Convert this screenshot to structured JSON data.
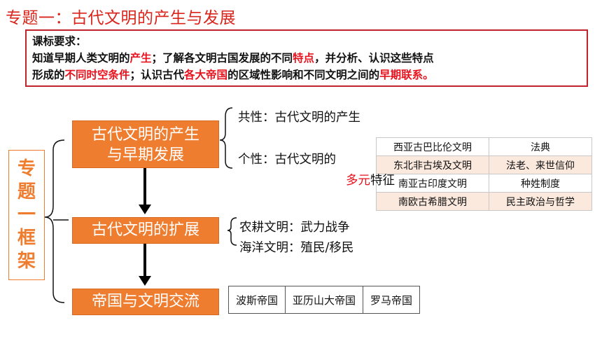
{
  "page_title": "专题一：古代文明的产生与发展",
  "requirements": {
    "heading": "课标要求：",
    "line2": [
      "知道早期人类文明的",
      "产生",
      "；了解各文明古国发展的不同",
      "特点",
      "，并分析、认识这些特点"
    ],
    "line3": [
      "形成的",
      "不同时空条件",
      "；认识古代",
      "各大帝国",
      "的区域性影响和不同文明之间的",
      "早期联系。"
    ]
  },
  "framework_label": [
    "专",
    "题",
    "一",
    "框",
    "架"
  ],
  "boxes": {
    "b1_line1": "古代文明的产生",
    "b1_line2": "与早期发展",
    "b2": "古代文明的扩展",
    "b3": "帝国与文明交流"
  },
  "branch1": {
    "common": "共性：古代文明的产生",
    "individual": "个性：古代文明的",
    "duoyuan": "多元",
    "tezheng": "特征"
  },
  "civ_table": [
    [
      "西亚古巴比伦文明",
      "法典"
    ],
    [
      "东北非古埃及文明",
      "法老、来世信仰"
    ],
    [
      "南亚古印度文明",
      "种姓制度"
    ],
    [
      "南欧古希腊文明",
      "民主政治与哲学"
    ]
  ],
  "branch2": {
    "farming": "农耕文明：武力战争",
    "ocean": "海洋文明：殖民/移民"
  },
  "empires": [
    "波斯帝国",
    "亚历山大帝国",
    "罗马帝国"
  ],
  "colors": {
    "title": "#d9261c",
    "accent": "#ef7d2f",
    "highlight": "#e6121d"
  }
}
